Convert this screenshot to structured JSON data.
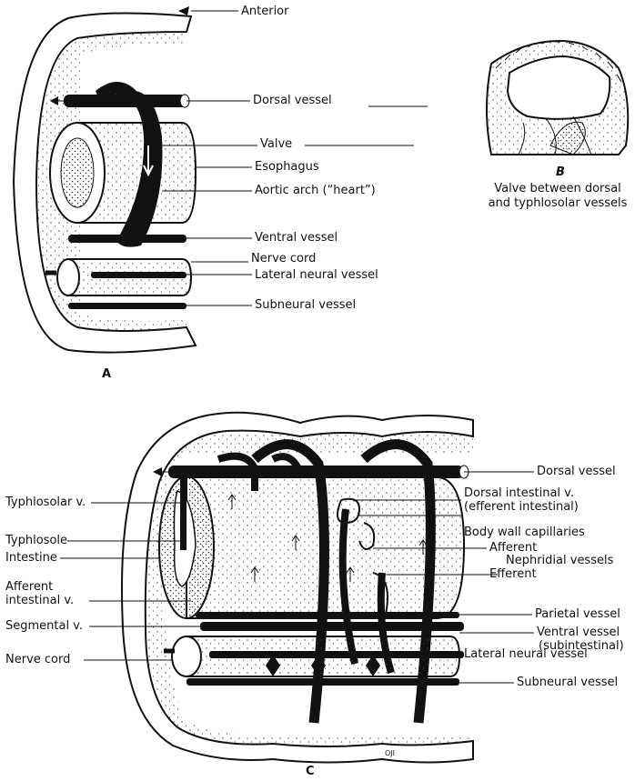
{
  "panel_a": {
    "letter": "A",
    "labels": {
      "anterior": "Anterior",
      "dorsal_vessel": "Dorsal vessel",
      "valve": "Valve",
      "esophagus": "Esophagus",
      "aortic_arch": "Aortic arch (“heart”)",
      "ventral_vessel": "Ventral vessel",
      "nerve_cord": "Nerve cord",
      "lateral_neural_vessel": "Lateral neural vessel",
      "subneural_vessel": "Subneural vessel"
    }
  },
  "panel_b": {
    "letter": "B",
    "caption_line1": "Valve between dorsal",
    "caption_line2": "and typhlosolar vessels"
  },
  "panel_c": {
    "letter": "C",
    "labels_left": {
      "typhlosolar_v": "Typhlosolar v.",
      "typhlosole": "Typhlosole",
      "intestine": "Intestine",
      "afferent_intestinal_1": "Afferent",
      "afferent_intestinal_2": "intestinal v.",
      "segmental_v": "Segmental v.",
      "nerve_cord": "Nerve cord"
    },
    "labels_right": {
      "dorsal_vessel": "Dorsal vessel",
      "dorsal_intestinal_1": "Dorsal intestinal v.",
      "dorsal_intestinal_2": "(efferent intestinal)",
      "body_wall_capillaries": "Body wall capillaries",
      "afferent": "Afferent",
      "nephridial_vessels": "Nephridial vessels",
      "efferent": "Efferent",
      "parietal_vessel": "Parietal vessel",
      "ventral_vessel_1": "Ventral vessel",
      "ventral_vessel_2": "(subintestinal)",
      "lateral_neural_vessel": "Lateral neural vessel",
      "subneural_vessel": "Subneural vessel"
    },
    "signature": "OJI"
  }
}
